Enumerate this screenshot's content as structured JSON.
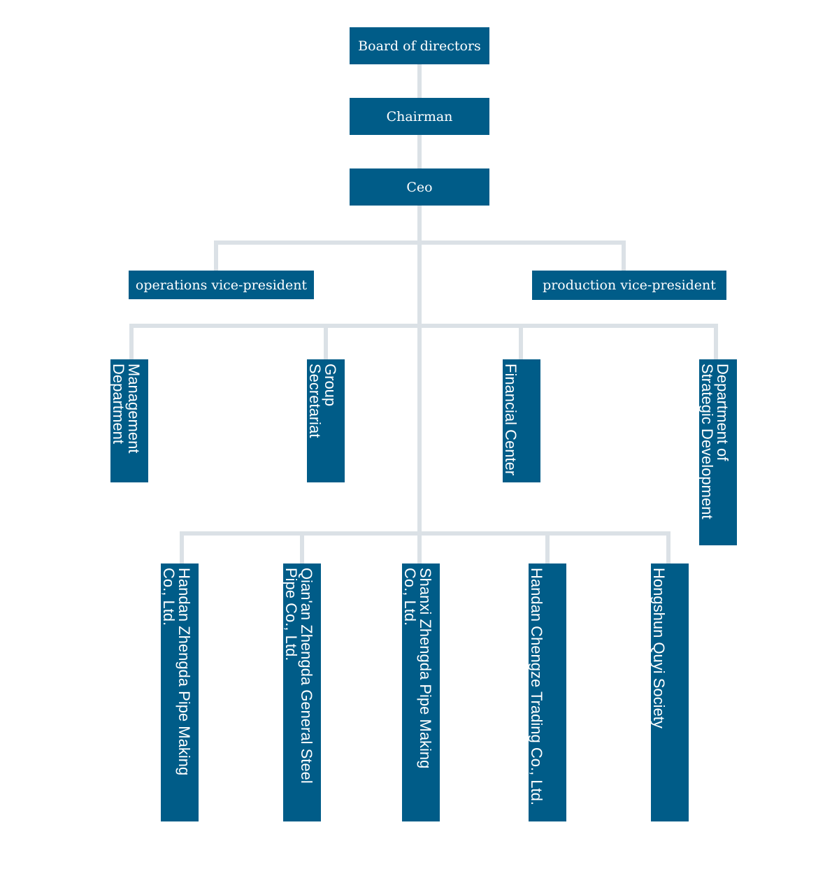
{
  "top": {
    "board": "Board of directors",
    "chairman": "Chairman",
    "ceo": "Ceo"
  },
  "vps": {
    "operations": "operations vice-president",
    "production": "production vice-president"
  },
  "departments": {
    "management": "Management\nDepartment",
    "secretariat": "Group Secretariat",
    "financial": "Financial Center",
    "strategic": "Department of\nStrategic Development"
  },
  "companies": {
    "handan_zhengda": "Handan Zhengda Pipe Making\nCo., Ltd.",
    "qianan_zhengda": "Qian'an Zhengda General Steel\nPipe Co., Ltd.",
    "shanxi_zhengda": "Shanxi Zhengda Pipe Making\nCo., Ltd.",
    "handan_chengze": "Handan Chengze Trading Co., Ltd.",
    "hongshun": "Hongshun Quyi Society"
  },
  "colors": {
    "box": "#005c88",
    "line": "#dbe1e6",
    "text": "#ffffff"
  }
}
